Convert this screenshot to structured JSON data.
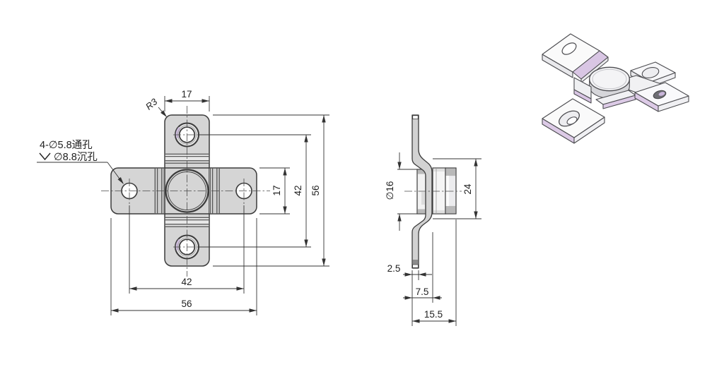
{
  "drawing": {
    "type": "engineering-drawing",
    "part": "cross hinge bracket with center boss",
    "views": [
      "front",
      "side",
      "isometric"
    ]
  },
  "callouts": {
    "hole_note_line1": "4-∅5.8通孔",
    "hole_note_line2": "∅8.8沉孔",
    "hole_note_symbol": "countersink-symbol",
    "radius_note": "R3"
  },
  "front_view": {
    "dim_tab_width": "17",
    "dim_plate_height": "17",
    "dim_hole_span_vertical": "42",
    "dim_overall_height": "56",
    "dim_hole_span_horizontal": "42",
    "dim_overall_width": "56"
  },
  "side_view": {
    "dim_boss_diameter": "∅16",
    "dim_offset_height": "24",
    "dim_thickness": "2.5",
    "dim_offset_depth": "7.5",
    "dim_overall_depth": "15.5"
  },
  "colors": {
    "metal_gray": "#d5d5d5",
    "accent_lavender": "#d9c6e4",
    "outline": "#3b3b3b",
    "dimension_line": "#333333",
    "paper": "#ffffff"
  }
}
